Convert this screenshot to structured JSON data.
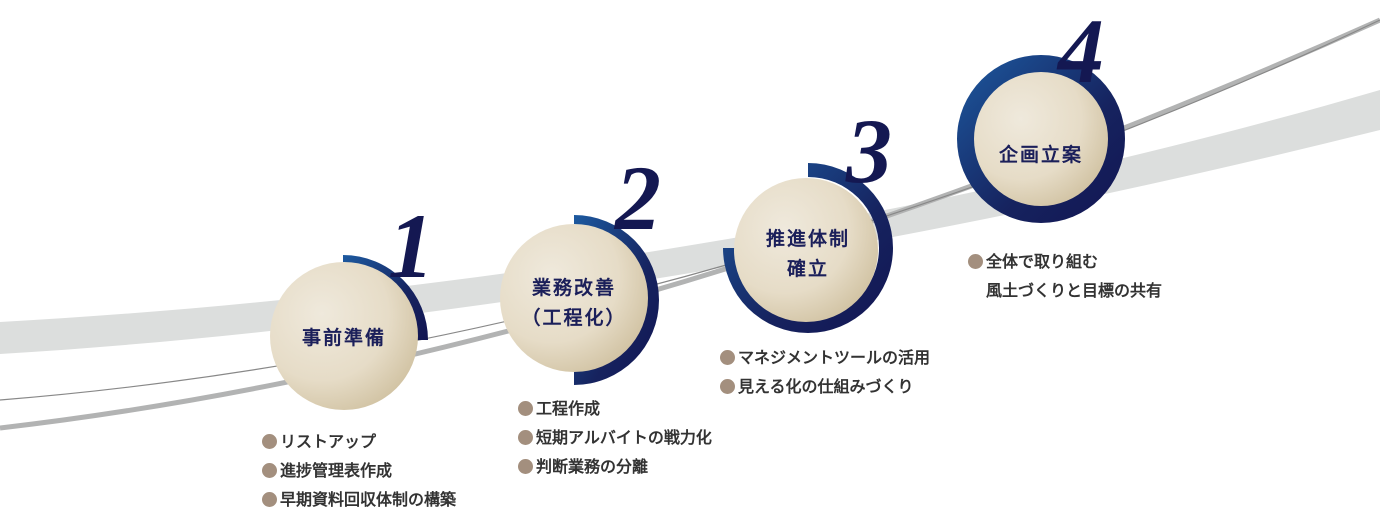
{
  "colors": {
    "navy": "#141852",
    "ring_blue": "#1b4f95",
    "circle_fill": "#e8e0cf",
    "bullet": "#a38f7e",
    "band": "#dcdedd"
  },
  "steps": [
    {
      "number": "1",
      "title_lines": [
        "事前準備"
      ],
      "items": [
        "リストアップ",
        "進捗管理表作成",
        "早期資料回収体制の構築"
      ]
    },
    {
      "number": "2",
      "title_lines": [
        "業務改善",
        "（工程化）"
      ],
      "items": [
        "工程作成",
        "短期アルバイトの戦力化",
        "判断業務の分離"
      ]
    },
    {
      "number": "3",
      "title_lines": [
        "推進体制",
        "確立"
      ],
      "items": [
        "マネジメントツールの活用",
        "見える化の仕組みづくり"
      ]
    },
    {
      "number": "4",
      "title_lines": [
        "企画立案"
      ],
      "items": [
        "全体で取り組む",
        "風土づくりと目標の共有"
      ]
    }
  ]
}
